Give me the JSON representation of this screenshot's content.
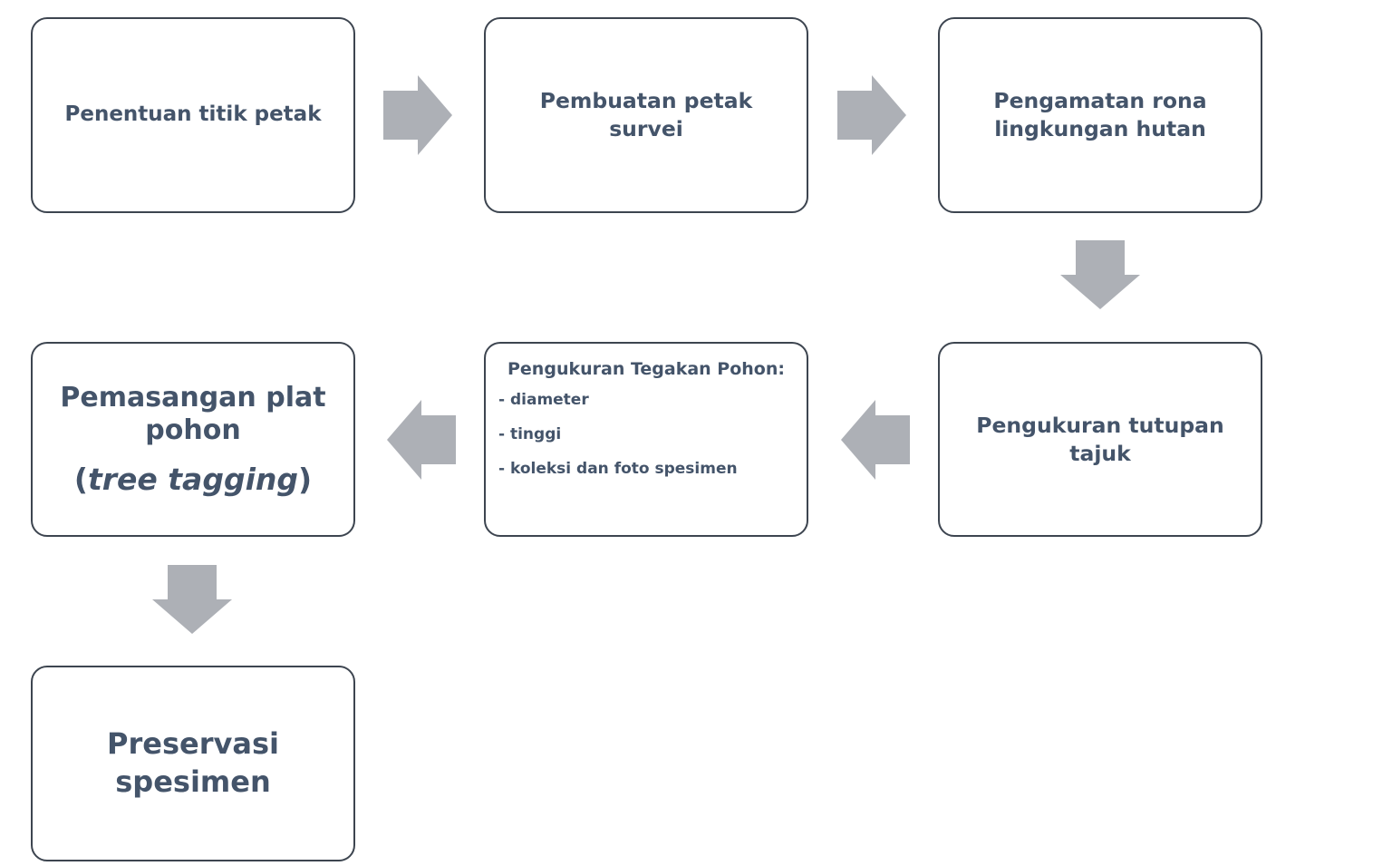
{
  "steps": [
    {
      "text": "Penentuan titik petak"
    },
    {
      "text": "Pembuatan petak survei"
    },
    {
      "text": "Pengamatan rona lingkungan hutan"
    },
    {
      "text": "Pengukuran tutupan tajuk"
    },
    {
      "heading": "Pengukuran Tegakan Pohon:",
      "bullets": [
        "- diameter",
        "- tinggi",
        "- koleksi dan foto spesimen"
      ]
    },
    {
      "text": "Pemasangan plat pohon",
      "sub_open": "(",
      "sub_italic": "tree tagging",
      "sub_close": ")"
    },
    {
      "text": "Preservasi spesimen"
    }
  ],
  "colors": {
    "box_border": "#3d4550",
    "text": "#44546a",
    "arrow": "#adb0b6"
  },
  "arrows": [
    {
      "from": "step-1",
      "to": "step-2",
      "direction": "right"
    },
    {
      "from": "step-2",
      "to": "step-3",
      "direction": "right"
    },
    {
      "from": "step-3",
      "to": "step-4",
      "direction": "down"
    },
    {
      "from": "step-4",
      "to": "step-5",
      "direction": "left"
    },
    {
      "from": "step-5",
      "to": "step-6",
      "direction": "left"
    },
    {
      "from": "step-6",
      "to": "step-7",
      "direction": "down"
    }
  ]
}
